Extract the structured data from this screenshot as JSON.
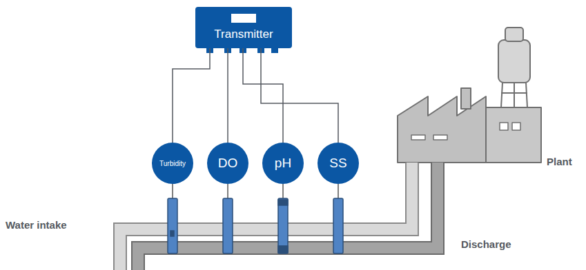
{
  "diagram": {
    "nodes": [
      {
        "text": [
          "Transmitter"
        ]
      },
      {
        "text": [
          "Turbidity"
        ]
      },
      {
        "text": [
          "DO"
        ]
      },
      {
        "text": [
          "pH"
        ]
      },
      {
        "text": [
          "SS"
        ]
      }
    ],
    "edges": [
      {
        "from": 0,
        "to": 1,
        "arrow": "none"
      },
      {
        "from": 0,
        "to": 2,
        "arrow": "none"
      },
      {
        "from": 0,
        "to": 3,
        "arrow": "none"
      },
      {
        "from": 0,
        "to": 4,
        "arrow": "none"
      }
    ],
    "labels": [
      "Water intake",
      "Discharge",
      "Plant"
    ]
  }
}
